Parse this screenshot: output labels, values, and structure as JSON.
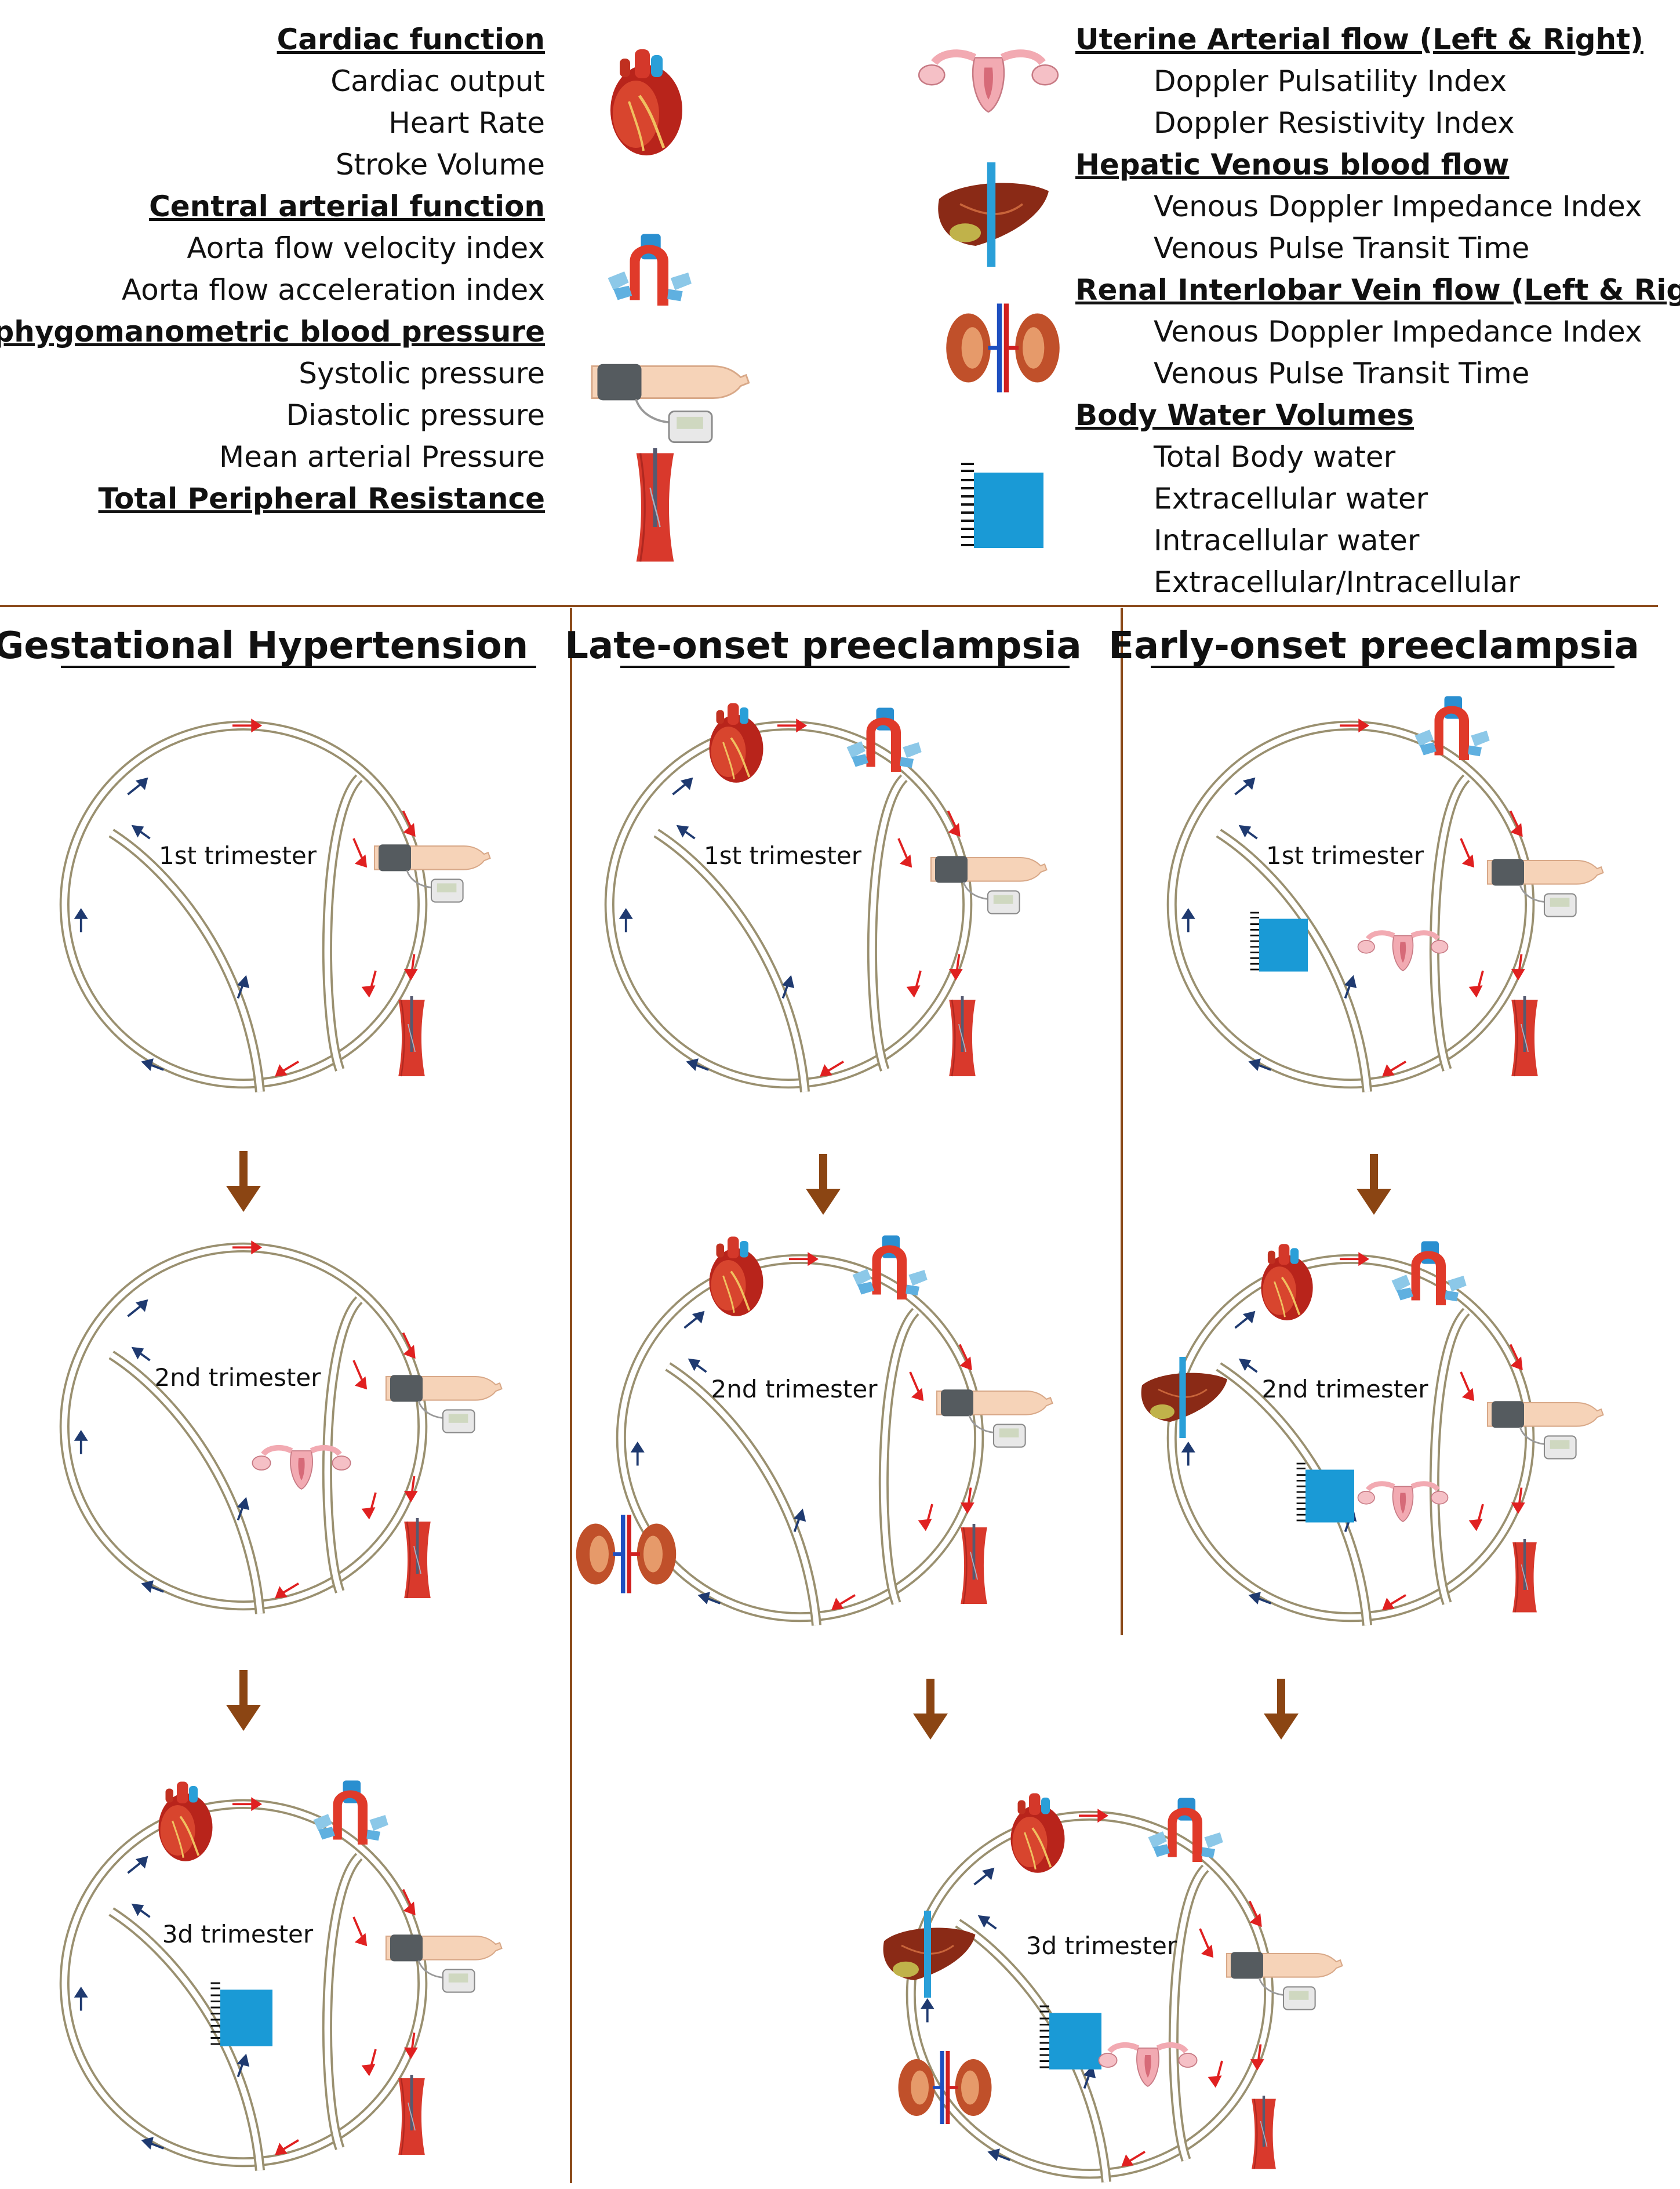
{
  "legend": {
    "left_groups": [
      {
        "heading": "Cardiac function",
        "items": [
          "Cardiac output",
          "Heart Rate",
          "Stroke Volume"
        ],
        "icon": "heart-icon"
      },
      {
        "heading": "Central arterial function",
        "items": [
          "Aorta flow velocity index",
          "Aorta flow acceleration index"
        ],
        "icon": "aorta-icon"
      },
      {
        "heading": "Sphygomanometric blood pressure",
        "items": [
          "Systolic pressure",
          "Diastolic pressure",
          "Mean arterial Pressure"
        ],
        "icon": "blood-pressure-cuff-icon"
      },
      {
        "heading": "Total Peripheral Resistance",
        "items": [],
        "icon": "blood-vessel-icon"
      }
    ],
    "right_groups": [
      {
        "heading": "Uterine Arterial flow (Left & Right)",
        "items": [
          "Doppler Pulsatility Index",
          "Doppler Resistivity Index"
        ],
        "icon": "uterus-icon"
      },
      {
        "heading": "Hepatic Venous blood flow",
        "items": [
          "Venous Doppler Impedance Index",
          "Venous Pulse Transit Time"
        ],
        "icon": "liver-icon"
      },
      {
        "heading": "Renal Interlobar Vein flow (Left & Right)",
        "items": [
          "Venous Doppler Impedance Index",
          "Venous Pulse Transit Time"
        ],
        "icon": "kidney-icon"
      },
      {
        "heading": "Body Water Volumes",
        "items": [
          "Total Body water",
          "Extracellular water",
          "Intracellular water",
          "Extracellular/Intracellular"
        ],
        "icon": "body-water-gauge-icon"
      }
    ]
  },
  "columns": [
    {
      "title": "Gestational Hypertension",
      "trimesters": [
        "1st trimester",
        "2nd trimester",
        "3d trimester"
      ]
    },
    {
      "title": "Late-onset preeclampsia",
      "trimesters": [
        "1st trimester",
        "2nd trimester"
      ]
    },
    {
      "title": "Early-onset preeclampsia",
      "trimesters": [
        "1st trimester",
        "2nd trimester"
      ]
    }
  ],
  "merged_third": {
    "label": "3d trimester"
  },
  "colors": {
    "divider": "#8b4a1a",
    "down_arrow": "#8b4513",
    "tube": "#9a9070",
    "red_arrow": "#e02020",
    "blue_arrow": "#1f3a70",
    "heart": "#c8281e",
    "aorta_blue": "#2a9fd8",
    "water": "#1a9ad6",
    "uterus": "#f0a8b0",
    "liver": "#8b2a14"
  }
}
